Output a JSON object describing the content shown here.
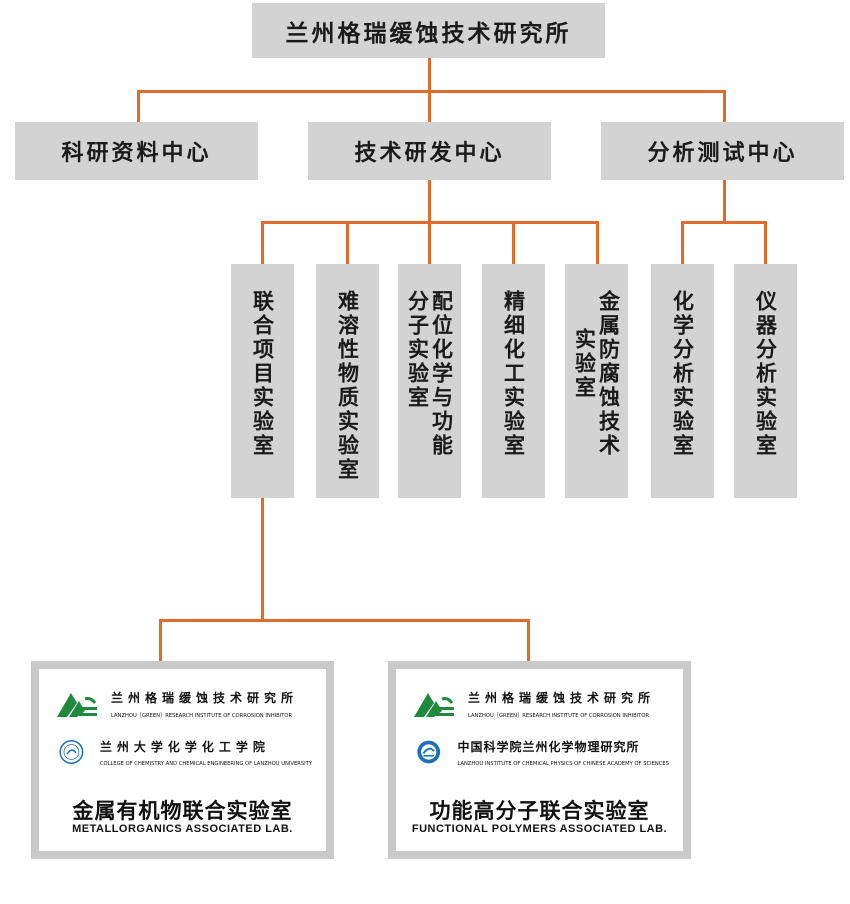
{
  "root": {
    "label": "兰州格瑞缓蚀技术研究所"
  },
  "centers": [
    {
      "label": "科研资料中心"
    },
    {
      "label": "技术研发中心"
    },
    {
      "label": "分析测试中心"
    }
  ],
  "rd_labs": [
    {
      "col1": "联合项目实验室"
    },
    {
      "col1": "难溶性物质实验室"
    },
    {
      "col1": "配位化学与功能",
      "col2": "分子实验室"
    },
    {
      "col1": "精细化工实验室"
    },
    {
      "col1": "金属防腐蚀技术",
      "col2": "实验室"
    }
  ],
  "analysis_labs": [
    {
      "col1": "化学分析实验室"
    },
    {
      "col1": "仪器分析实验室"
    }
  ],
  "associated_labs": [
    {
      "orgs": [
        {
          "name": "兰州格瑞缓蚀技术研究所",
          "en": "LANZHOU［GREEN］RESEARCH INSTITUTE OF CORROSION INHIBITOR",
          "logo": "green-institute-logo"
        },
        {
          "name": "兰州大学化学化工学院",
          "en": "COLLEGE OF CHEMISTRY AND CHEMICAL ENGINEERING OF LANZHOU UNIVERSITY",
          "logo": "lanzhou-university-seal"
        }
      ],
      "name_cn": "金属有机物联合实验室",
      "name_en": "METALLORGANICS ASSOCIATED LAB."
    },
    {
      "orgs": [
        {
          "name": "兰州格瑞缓蚀技术研究所",
          "en": "LANZHOU［GREEN］RESEARCH INSTITUTE OF CORROSION INHIBITOR",
          "logo": "green-institute-logo"
        },
        {
          "name": "中国科学院兰州化学物理研究所",
          "en": "LANZHOU INSTITUTE OF CHEMICAL PHYSICS OF CHINESE ACADEMY OF SCIENCES",
          "logo": "cas-licp-logo"
        }
      ],
      "name_cn": "功能高分子联合实验室",
      "name_en": "FUNCTIONAL POLYMERS ASSOCIATED LAB."
    }
  ],
  "colors": {
    "connector": "#e26b2b",
    "box": "#d3d3d3",
    "text": "#1a1a1a",
    "logo_green": "#1f8a3c",
    "logo_blue": "#1d6fb8"
  }
}
